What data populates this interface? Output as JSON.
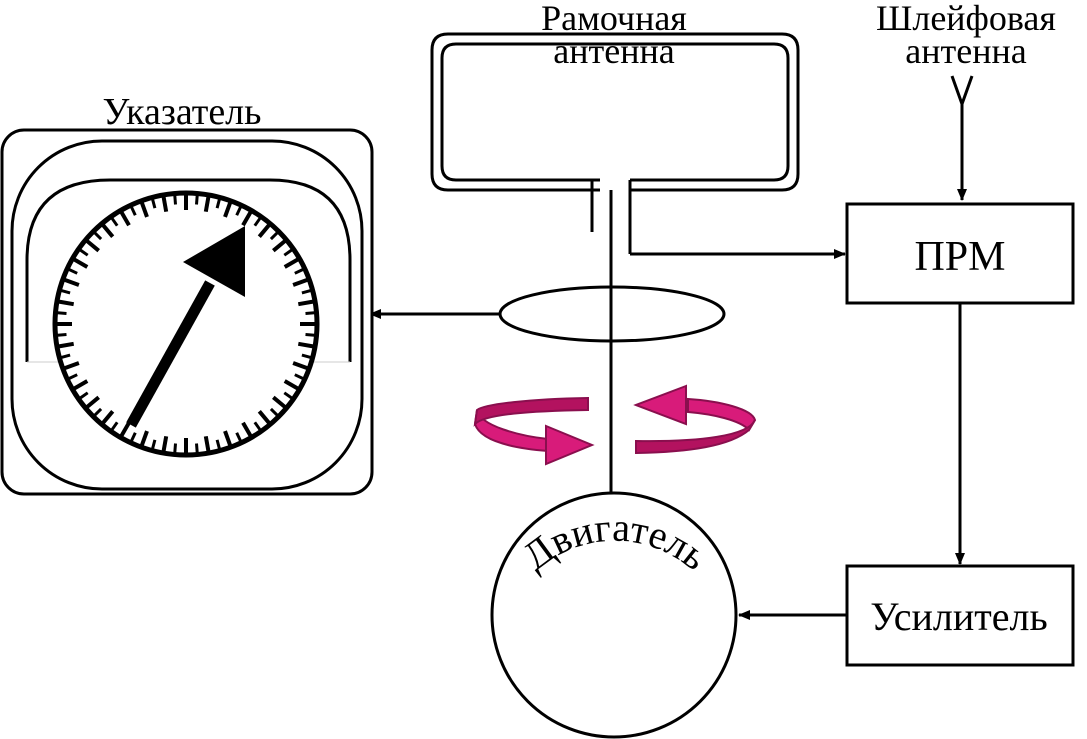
{
  "labels": {
    "loop_antenna": [
      "Рамочная",
      "антенна"
    ],
    "wire_antenna": [
      "Шлейфовая",
      "антенна"
    ],
    "indicator": "Указатель",
    "receiver": "ПРМ",
    "amplifier": "Усилитель",
    "motor": "Двигатель"
  },
  "colors": {
    "line": "#000000",
    "rotation_arrow": "#d81b7a",
    "rotation_arrow_dark": "#8a0f4e"
  },
  "icons": {
    "rotation": "curved-rotation-arrows-icon",
    "dial": "compass-dial-icon",
    "antenna": "antenna-symbol-icon"
  }
}
